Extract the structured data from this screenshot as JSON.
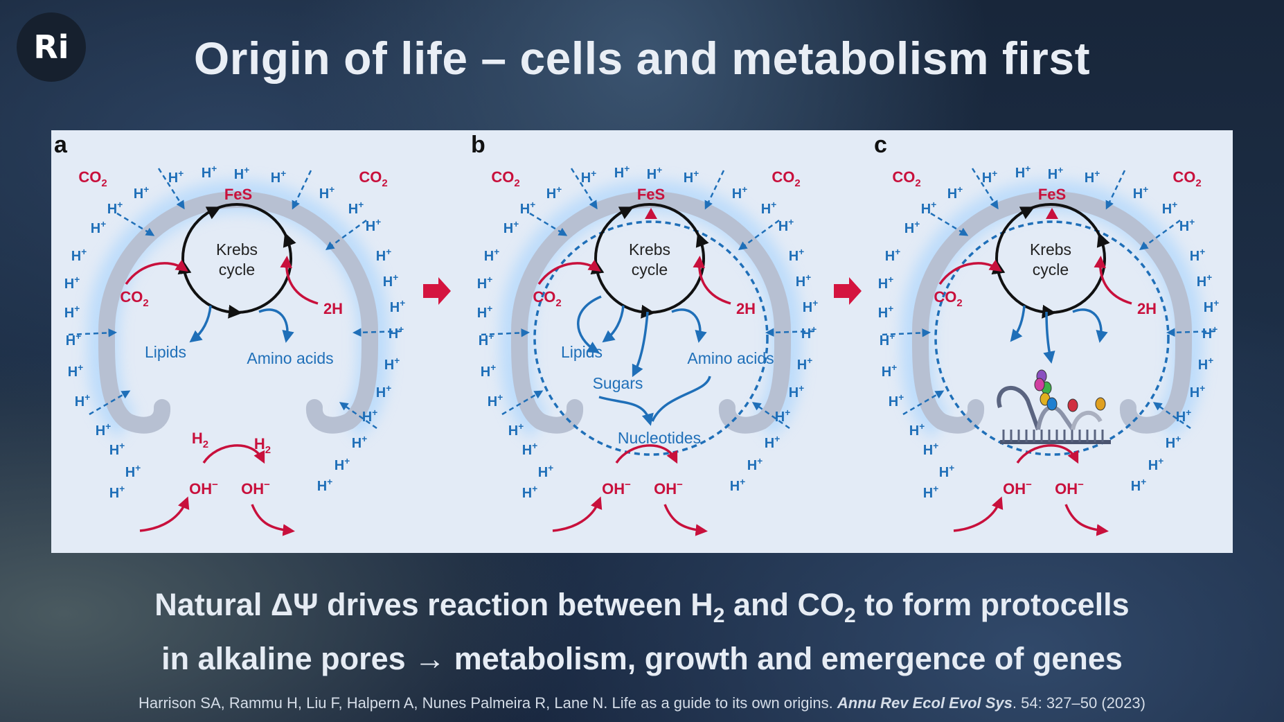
{
  "logo": "Ri",
  "title": "Origin of life – cells and metabolism first",
  "panels": [
    {
      "letter": "a"
    },
    {
      "letter": "b"
    },
    {
      "letter": "c"
    }
  ],
  "labels": {
    "fes": "FeS",
    "krebs1": "Krebs",
    "krebs2": "cycle",
    "co2": "CO",
    "sub2": "2",
    "twoH": "2H",
    "h2": "H",
    "oh": "OH",
    "minus": "−",
    "hplus": "H",
    "plus": "+",
    "lipids": "Lipids",
    "amino": "Amino acids",
    "sugars": "Sugars",
    "nucleotides": "Nucleotides"
  },
  "caption": {
    "line1_a": "Natural ΔΨ drives reaction between H",
    "line1_sub1": "2",
    "line1_b": " and CO",
    "line1_sub2": "2",
    "line1_c": " to form protocells",
    "line2": "in alkaline pores → metabolism, growth and emergence of genes"
  },
  "reference": {
    "authors": "Harrison SA, Rammu H, Liu F, Halpern A, Nunes Palmeira R, Lane N. Life as a guide to its own origins. ",
    "journal": "Annu Rev Ecol Evol Sys",
    "details": ". 54: 327–50 (2023)"
  },
  "colors": {
    "red": "#c8103c",
    "blue": "#1f6fb8",
    "membrane": "#b7c0d2",
    "black": "#111111"
  }
}
